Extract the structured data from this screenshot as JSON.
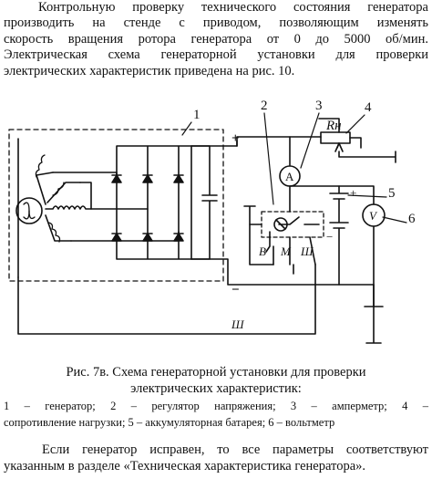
{
  "top_paragraph": {
    "lines": [
      "Контрольную проверку технического состояния генератора",
      "производить на стенде с приводом, позволяющим изменять",
      "скорость вращения ротора генератора от 0 до 5000 об/мин.",
      "Электрическая схема генераторной установки для проверки",
      "электрических характеристик приведена на рис. 10."
    ]
  },
  "diagram": {
    "callouts": [
      "1",
      "2",
      "3",
      "4",
      "5",
      "6"
    ],
    "resistor_label": "Rн",
    "ammeter_label": "A",
    "voltmeter_label": "V",
    "terminal_plus": "+",
    "terminal_minus": "−",
    "terminal_B": "В",
    "terminal_M": "М",
    "terminal_Sh_reg": "Ш",
    "terminal_Sh_gen": "Ш",
    "battery_plus": "+",
    "battery_minus": "−"
  },
  "caption": {
    "line1": "Рис. 7в. Схема генераторной установки для проверки",
    "line2": "электрических характеристик:"
  },
  "legend": {
    "lines": [
      "1 – генератор; 2 – регулятор напряжения; 3 – амперметр; 4 –",
      "сопротивление нагрузки; 5 – аккумуляторная батарея; 6 – вольтметр"
    ]
  },
  "bottom_paragraph": {
    "lines": [
      "Если генератор исправен, то все параметры соответствуют",
      "указанным в разделе «Техническая характеристика генератора»."
    ]
  }
}
